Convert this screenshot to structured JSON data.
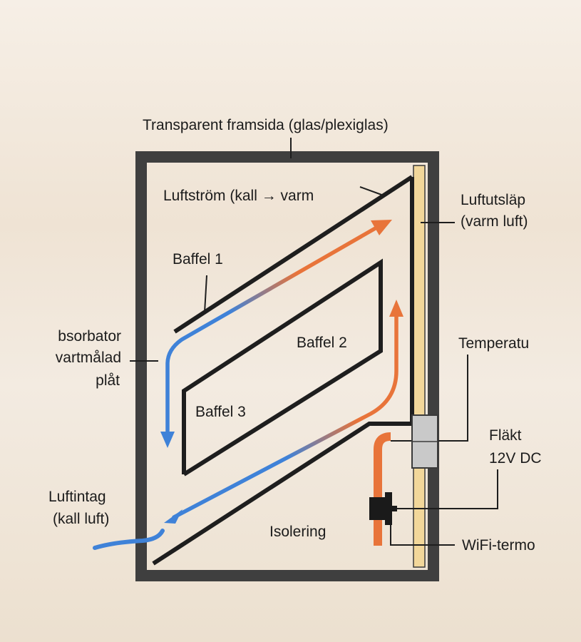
{
  "colors": {
    "frame": "#3f3f3f",
    "insulation": "#f2d79a",
    "warm_air": "#e8743a",
    "cold_air": "#3f82d8",
    "sensor": "#c9c9c9",
    "background": "#f3ebe1"
  },
  "labels": {
    "top": "Transparent framsida (glas/plexiglas)",
    "airflow": "Luftström (kall → varm",
    "baffle1": "Baffel 1",
    "baffle2": "Baffel 2",
    "baffle3": "Baffel 3",
    "absorber": [
      "bsorbator",
      "vartmålad",
      "plåt"
    ],
    "outlet": [
      "Luftutsläp",
      "(varm luft)"
    ],
    "temp": "Temperatu",
    "fan": [
      "Fläkt",
      "12V DC"
    ],
    "intake": [
      "Luftintag",
      "(kall luft)"
    ],
    "insulation": "Isolering",
    "wifi": "WiFi-termo"
  }
}
